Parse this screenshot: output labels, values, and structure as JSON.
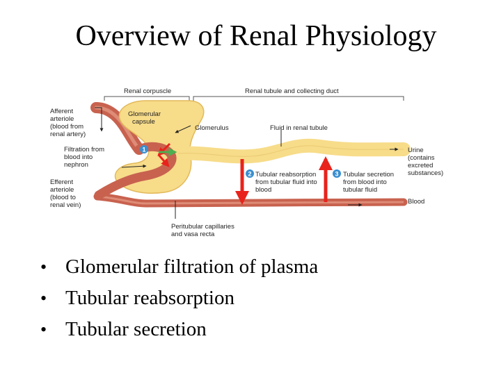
{
  "title": "Overview of Renal Physiology",
  "diagram": {
    "labels": {
      "renal_corpuscle": "Renal corpuscle",
      "tubule_duct": "Renal tubule and collecting duct",
      "afferent": [
        "Afferent",
        "arteriole",
        "(blood from",
        "renal artery)"
      ],
      "glomerular_capsule": [
        "Glomerular",
        "capsule"
      ],
      "glomerulus": "Glomerulus",
      "fluid_tubule": "Fluid in renal tubule",
      "filtration": [
        "Filtration from",
        "blood into",
        "nephron"
      ],
      "efferent": [
        "Efferent",
        "arteriole",
        "(blood to",
        "renal vein)"
      ],
      "reabsorption": [
        "Tubular reabsorption",
        "from tubular fluid into",
        "blood"
      ],
      "secretion": [
        "Tubular secretion",
        "from blood into",
        "tubular fluid"
      ],
      "urine": [
        "Urine",
        "(contains",
        "excreted",
        "substances)"
      ],
      "blood": "Blood",
      "peritubular": [
        "Peritubular capillaries",
        "and vasa recta"
      ],
      "step1": "1",
      "step2": "2",
      "step3": "3"
    },
    "colors": {
      "tubule": "#f7dc8a",
      "tubule_edge": "#e2b95a",
      "vessel": "#c8624f",
      "vessel_light": "#de8c77",
      "marker": "#3a8fd0",
      "arrow_red": "#e8231c",
      "arrow_green": "#4caf50"
    }
  },
  "bullets": [
    "Glomerular filtration of plasma",
    "Tubular reabsorption",
    "Tubular secretion"
  ]
}
